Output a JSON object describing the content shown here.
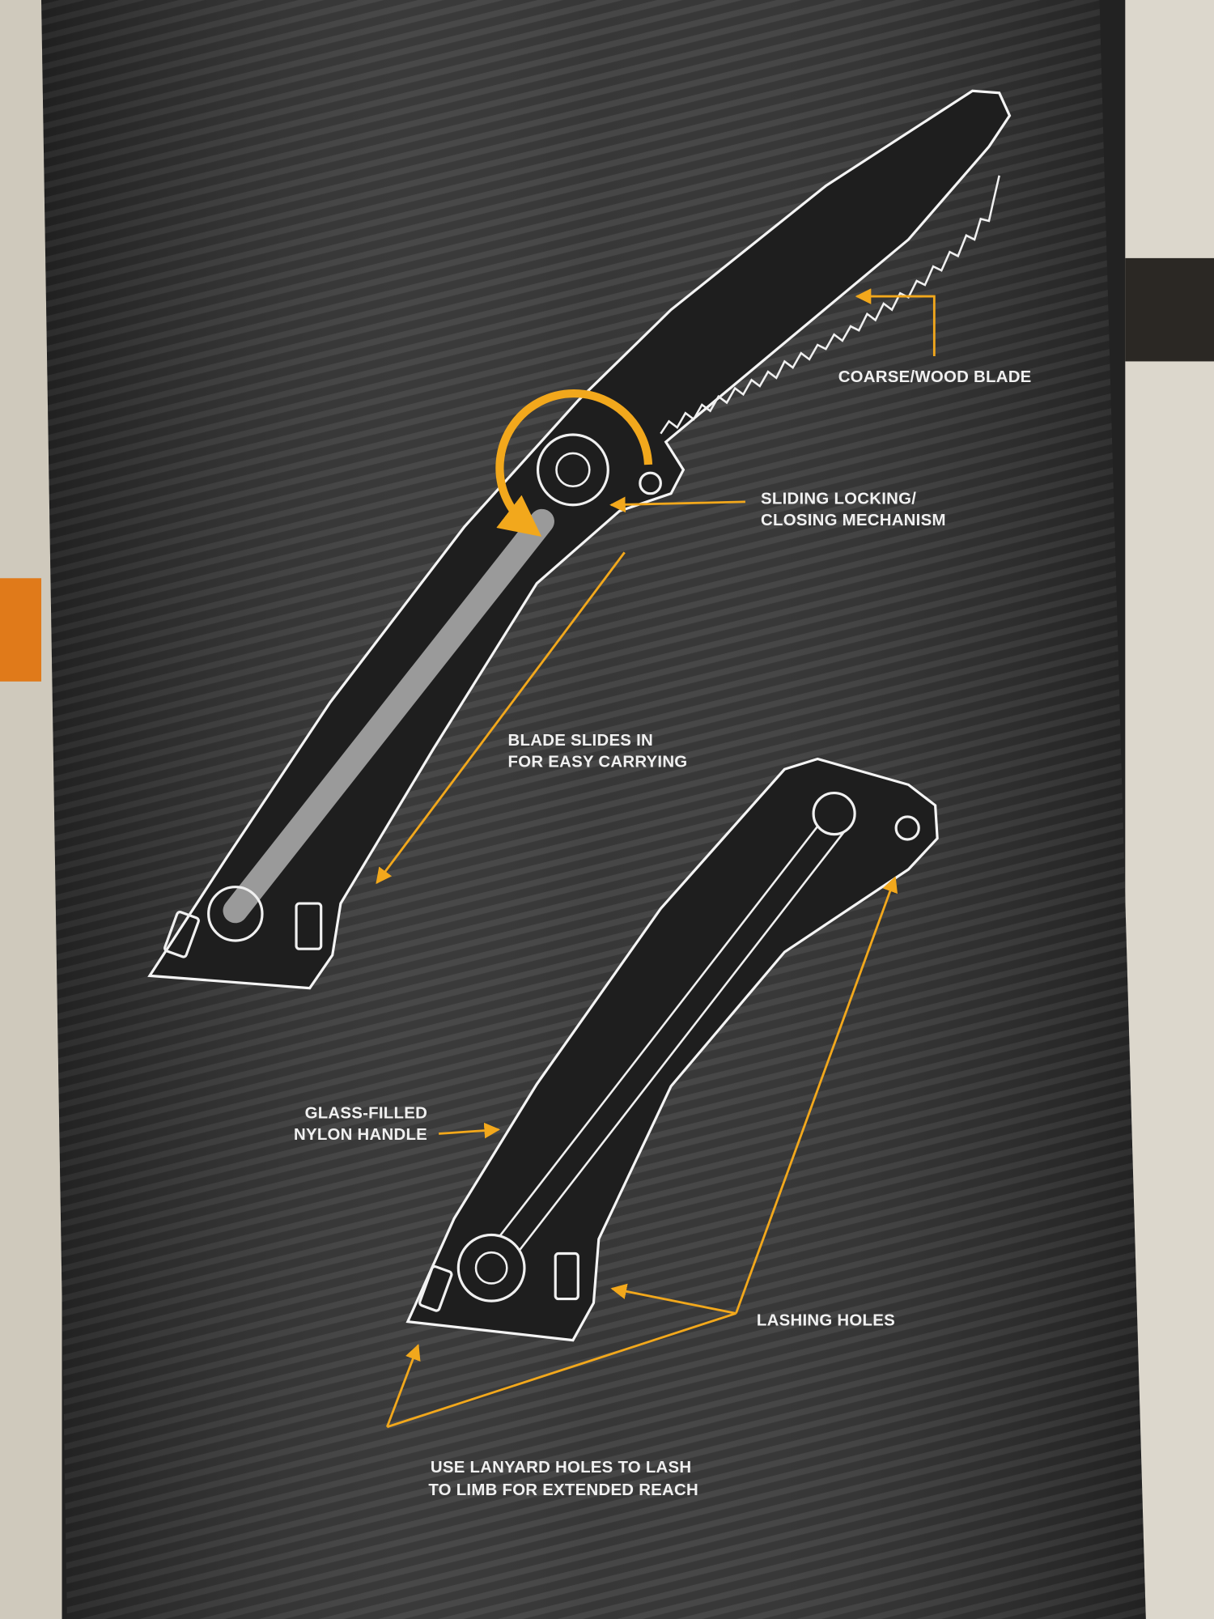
{
  "callouts": {
    "blade": "COARSE/WOOD BLADE",
    "lock_line1": "SLIDING LOCKING/",
    "lock_line2": "CLOSING MECHANISM",
    "slide_line1": "BLADE SLIDES IN",
    "slide_line2": "FOR EASY CARRYING",
    "handle_line1": "GLASS-FILLED",
    "handle_line2": "NYLON HANDLE",
    "lashing": "LASHING HOLES",
    "lanyard_line1": "USE LANYARD HOLES TO LASH",
    "lanyard_line2": "TO LIMB FOR EXTENDED REACH"
  },
  "colors": {
    "accent": "#f2a81c",
    "box": "#1e1e1e",
    "shelf": "#d9d4c8"
  }
}
